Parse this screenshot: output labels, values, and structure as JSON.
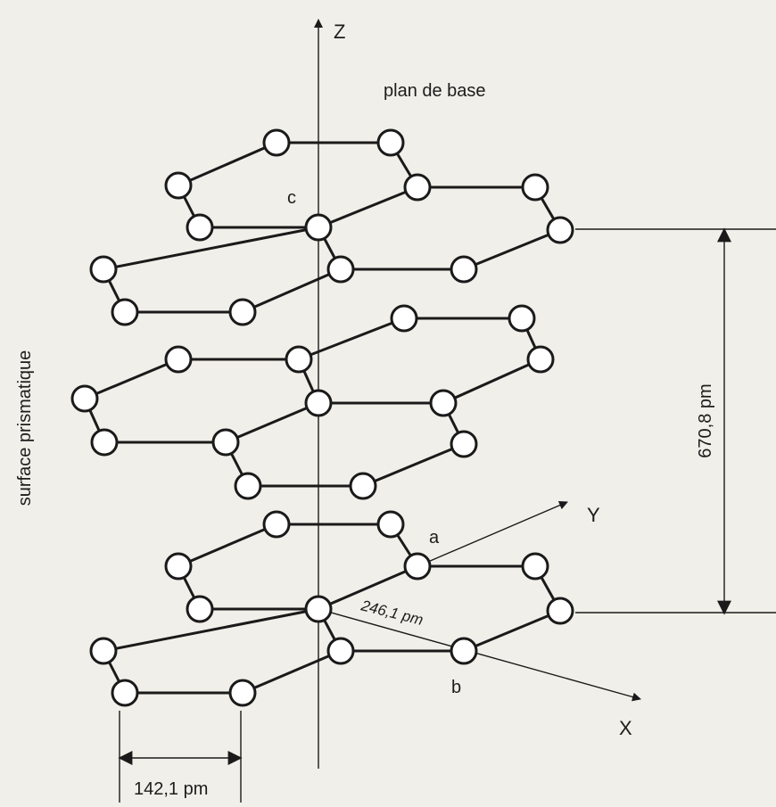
{
  "labels": {
    "z_axis": "Z",
    "y_axis": "Y",
    "x_axis": "X",
    "base_plane": "plan de base",
    "prismatic_surface": "surface prismatique",
    "c": "c",
    "a": "a",
    "b": "b",
    "layer_spacing": "670,8 pm",
    "lattice_parameter": "246,1 pm",
    "bond_length": "142,1 pm"
  },
  "colors": {
    "line": "#1a1a1a",
    "atom_fill": "#ffffff",
    "background": "#f1efe9"
  }
}
